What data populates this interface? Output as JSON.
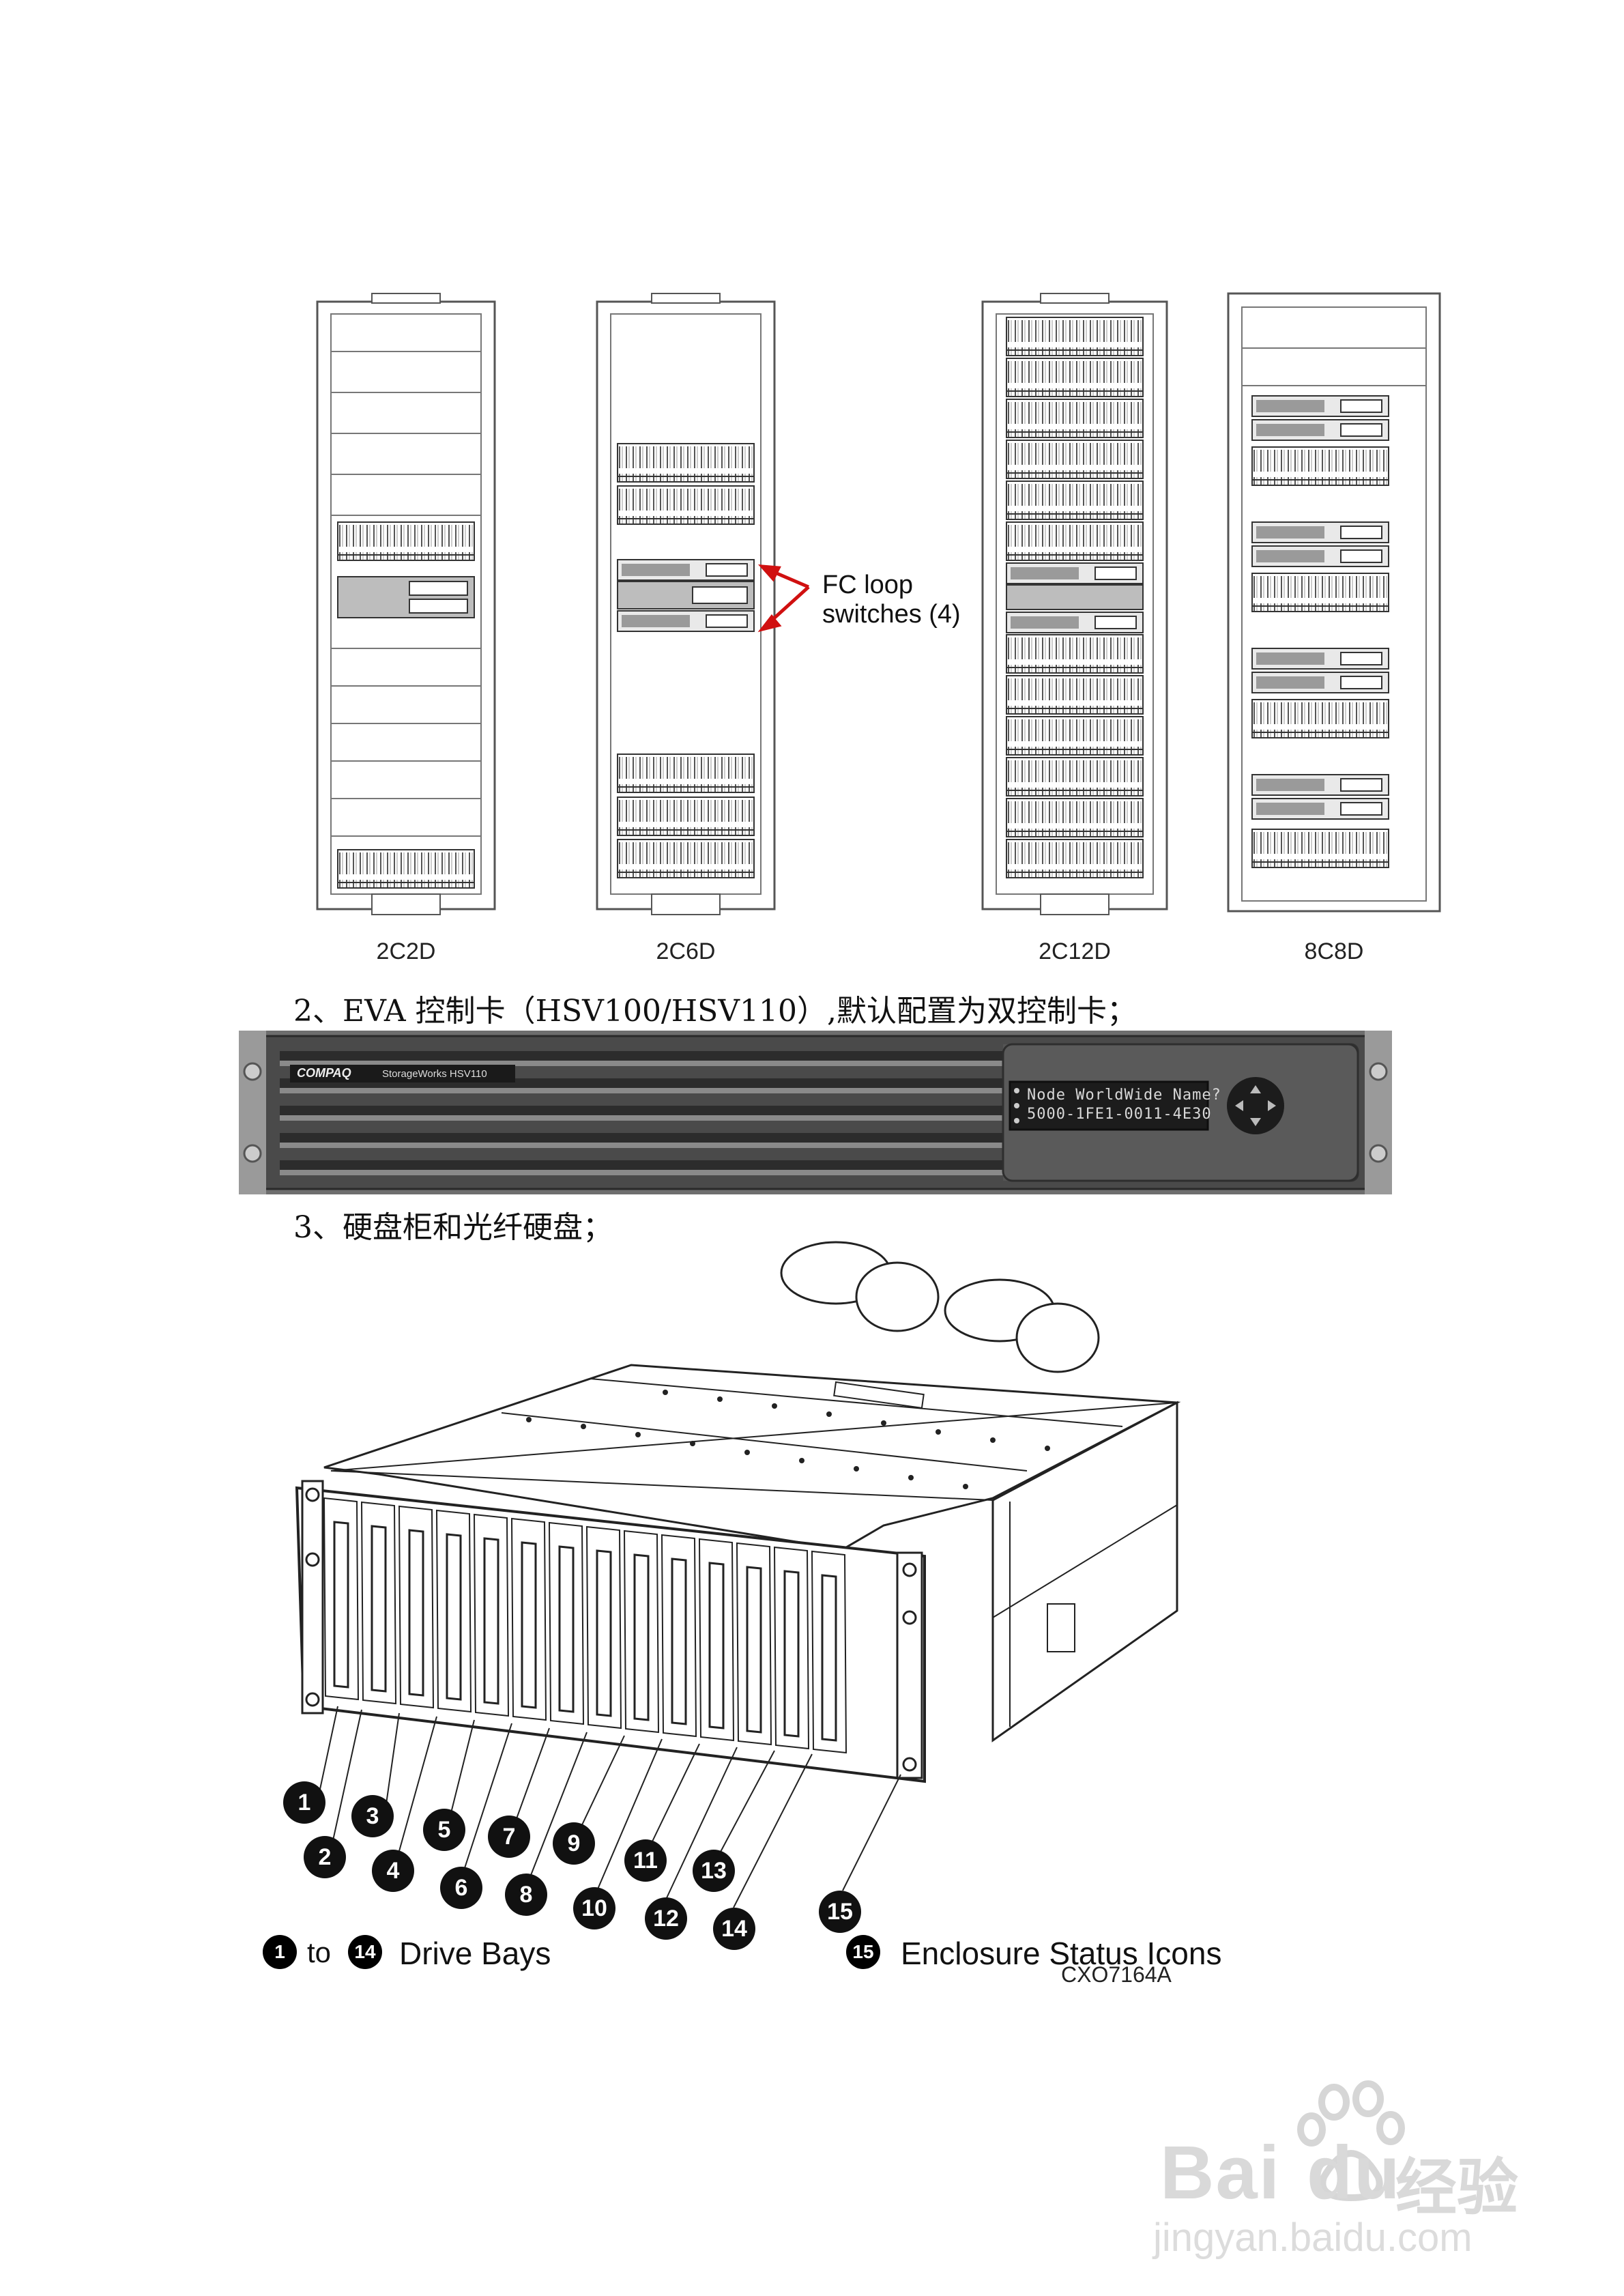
{
  "racks": {
    "labels": [
      "2C2D",
      "2C6D",
      "2C12D",
      "8C8D"
    ],
    "annotation_line1": "FC loop",
    "annotation_line2": "switches (4)"
  },
  "captions": {
    "controller": "2、EVA  控制卡（HSV100/HSV110）,默认配置为双控制卡；",
    "enclosure": "3、硬盘柜和光纤硬盘；"
  },
  "controller": {
    "brand": "COMPAQ",
    "model": "StorageWorks HSV110",
    "lcd_line1": "Node WorldWide Name?",
    "lcd_line2": "5000-1FE1-0011-4E30"
  },
  "enclosure": {
    "callouts": [
      "1",
      "2",
      "3",
      "4",
      "5",
      "6",
      "7",
      "8",
      "9",
      "10",
      "11",
      "12",
      "13",
      "14",
      "15"
    ],
    "figure_code": "CXO7164A",
    "legend": {
      "range_start": "1",
      "range_to": "to",
      "range_end": "14",
      "drive_bays": "Drive Bays",
      "status_num": "15",
      "status_label": "Enclosure Status Icons"
    }
  },
  "watermark": {
    "brand": "Bai",
    "brand2": "du",
    "cn": "经验",
    "url": "jingyan.baidu.com"
  }
}
